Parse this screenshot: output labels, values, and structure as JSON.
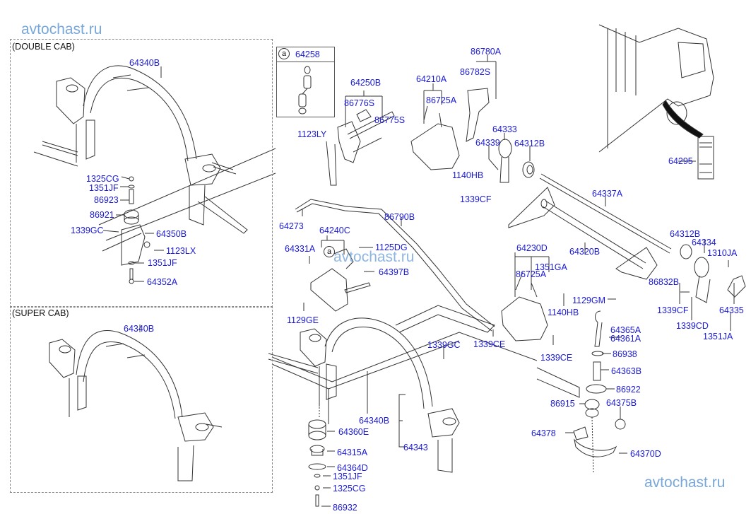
{
  "watermark": "avtochast.ru",
  "sections": {
    "double_cab": "(DOUBLE CAB)",
    "super_cab": "(SUPER CAB)"
  },
  "inset": {
    "marker": "a",
    "part": "64258"
  },
  "callout_marker": "a",
  "labels": {
    "dc_64340B": "64340B",
    "dc_1325CG": "1325CG",
    "dc_1351JF_top": "1351JF",
    "dc_86923": "86923",
    "dc_86921": "86921",
    "dc_1339GC": "1339GC",
    "dc_64350B": "64350B",
    "dc_1123LX": "1123LX",
    "dc_1351JF_bot": "1351JF",
    "dc_64352A": "64352A",
    "sc_64340B": "64340B",
    "p_64250B": "64250B",
    "p_86776S": "86776S",
    "p_86775S": "86775S",
    "p_1123LY": "1123LY",
    "p_64210A": "64210A",
    "p_86725A_top": "86725A",
    "p_1140HB_top": "1140HB",
    "p_86780A": "86780A",
    "p_86782S": "86782S",
    "p_64333": "64333",
    "p_64339": "64339",
    "p_64312B_top": "64312B",
    "p_1339CF_top": "1339CF",
    "p_64295": "64295",
    "p_64337A": "64337A",
    "p_64273": "64273",
    "p_86790B": "86790B",
    "p_64240C": "64240C",
    "p_64331A": "64331A",
    "p_1125DG": "1125DG",
    "p_64397B": "64397B",
    "p_1129GE": "1129GE",
    "p_64320B": "64320B",
    "p_64230D": "64230D",
    "p_1351GA": "1351GA",
    "p_86725A_mid": "86725A",
    "p_1140HB_mid": "1140HB",
    "p_1129GM": "1129GM",
    "p_1339CE_left": "1339CE",
    "p_1339CE_right": "1339CE",
    "p_1339GC_mid": "1339GC",
    "p_64312B_right": "64312B",
    "p_64334": "64334",
    "p_1310JA": "1310JA",
    "p_86832B": "86832B",
    "p_1339CF_right": "1339CF",
    "p_1339CD": "1339CD",
    "p_64335": "64335",
    "p_1351JA": "1351JA",
    "p_64365A": "64365A",
    "p_64361A": "64361A",
    "p_86938": "86938",
    "p_64363B": "64363B",
    "p_86922": "86922",
    "p_86915": "86915",
    "p_64375B": "64375B",
    "p_64378": "64378",
    "p_64370D": "64370D",
    "p_64340B_main": "64340B",
    "p_64343": "64343",
    "p_64360E": "64360E",
    "p_64315A": "64315A",
    "p_64364D": "64364D",
    "p_1351JF_main": "1351JF",
    "p_1325CG_main": "1325CG",
    "p_86932": "86932"
  },
  "colors": {
    "label": "#1a1ad6",
    "line": "#333333",
    "watermark": "#6a9ed6"
  }
}
